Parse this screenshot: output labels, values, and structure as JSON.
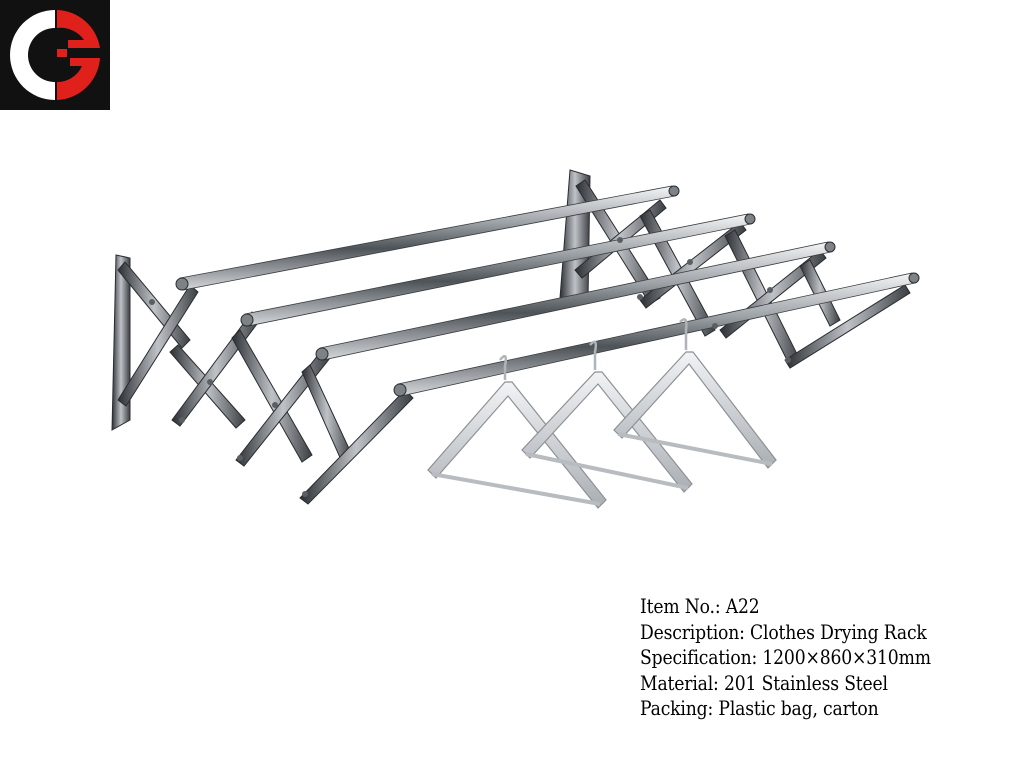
{
  "logo": {
    "icon": "ce-monogram-logo",
    "colors": {
      "background": "#111111",
      "left_letter": "#ffffff",
      "right_letter": "#e0201b"
    }
  },
  "product_image": {
    "icon": "clothes-drying-rack-photo",
    "colors": {
      "metal": "#9aa0a6",
      "hanger": "#c8ccd0"
    }
  },
  "specs": {
    "item_no": "Item No.: A22",
    "description": "Description: Clothes Drying Rack",
    "specification": "Specification: 1200×860×310mm",
    "material": "Material: 201 Stainless Steel",
    "packing": "Packing: Plastic bag, carton"
  }
}
